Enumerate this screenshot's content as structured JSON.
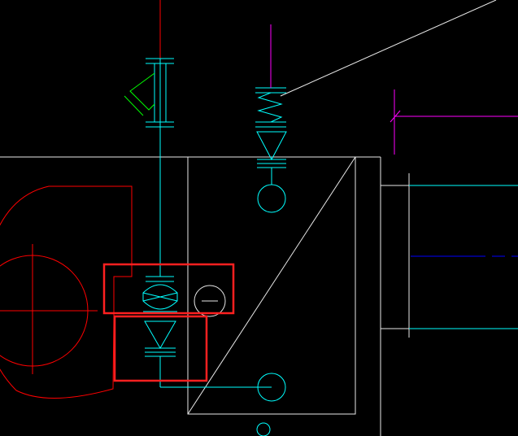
{
  "viewport": {
    "background": "#000000",
    "content": "cad-drawing"
  },
  "layer_colors": {
    "red": "#FF0000",
    "cyan": "#00FFFF",
    "white": "#FFFFFF",
    "green": "#00FF00",
    "magenta": "#FF00FF",
    "blue": "#0000FF",
    "highlight": "#FF2020"
  },
  "icons": {
    "valve": "bowtie-valve-symbol",
    "check_valve": "triangle-check-valve-symbol",
    "spring": "zigzag-spring-symbol",
    "strainer": "y-strainer-symbol",
    "pump": "circle-crosshair-symbol",
    "instrument": "circle-instrument-symbol"
  },
  "annotations": {
    "text_label_1": "—"
  }
}
